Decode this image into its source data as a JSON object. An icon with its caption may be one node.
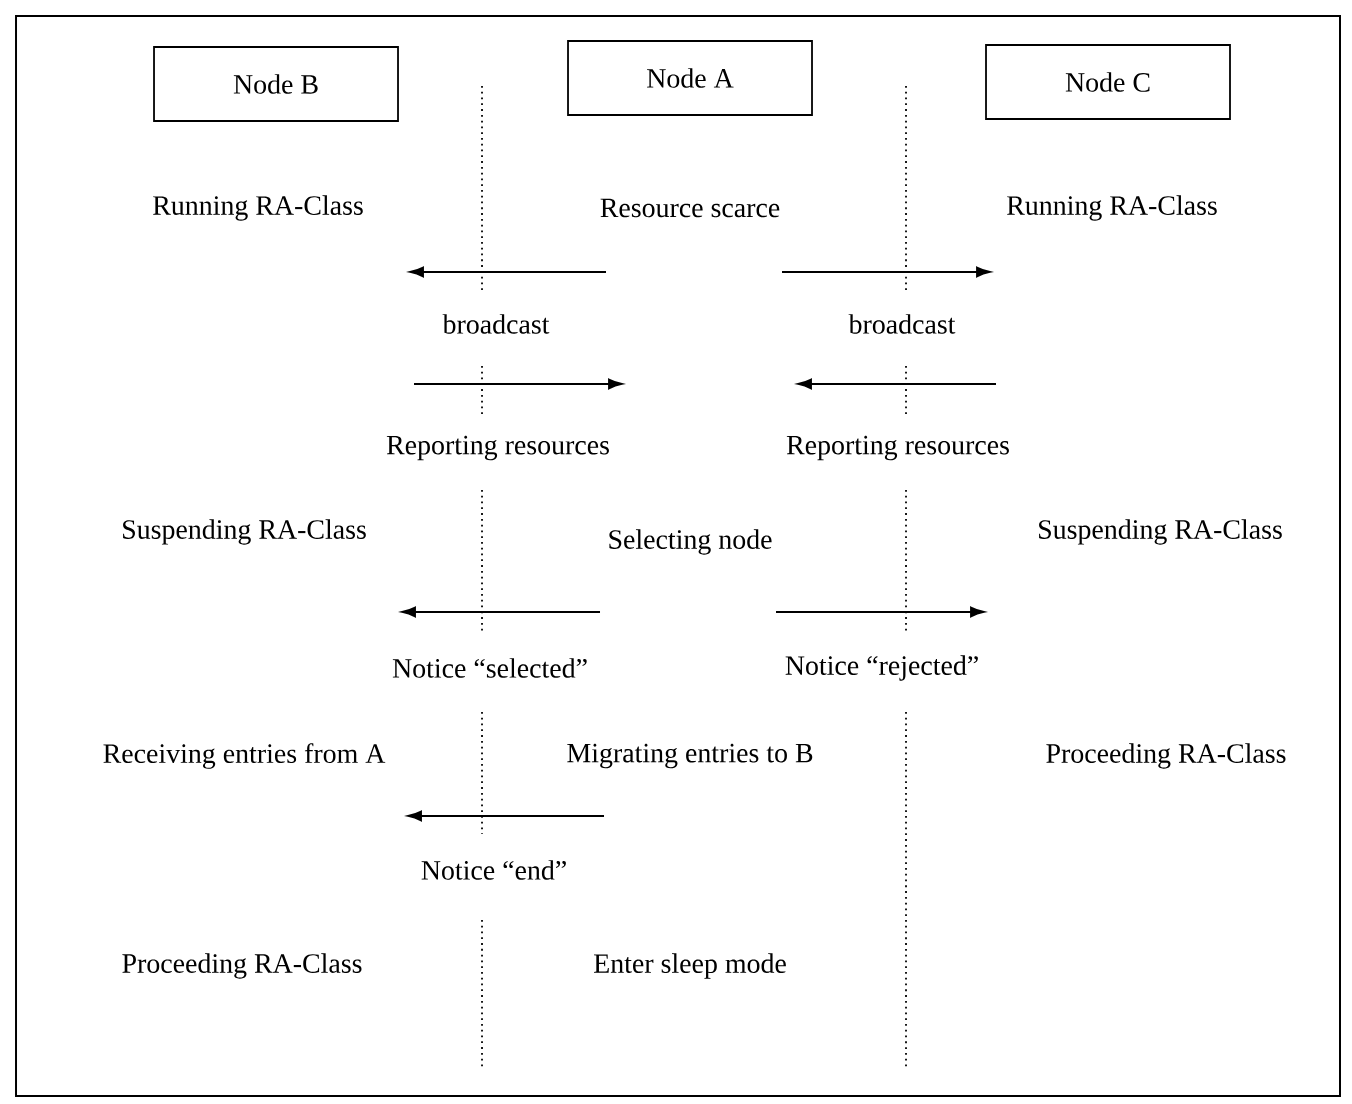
{
  "diagram": {
    "nodes": [
      {
        "text": [
          "Node B"
        ]
      },
      {
        "text": [
          "Node A"
        ]
      },
      {
        "text": [
          "Node C"
        ]
      }
    ],
    "edges": [],
    "labels": [
      "Running RA-Class",
      "Resource scarce",
      "Running RA-Class",
      "broadcast",
      "broadcast",
      "Reporting resources",
      "Reporting resources",
      "Suspending RA-Class",
      "Selecting node",
      "Suspending RA-Class",
      "Notice “selected”",
      "Notice “rejected”",
      "Receiving entries from A",
      "Migrating entries to B",
      "Proceeding RA-Class",
      "Notice “end”",
      "Proceeding RA-Class",
      "Enter sleep mode"
    ]
  }
}
